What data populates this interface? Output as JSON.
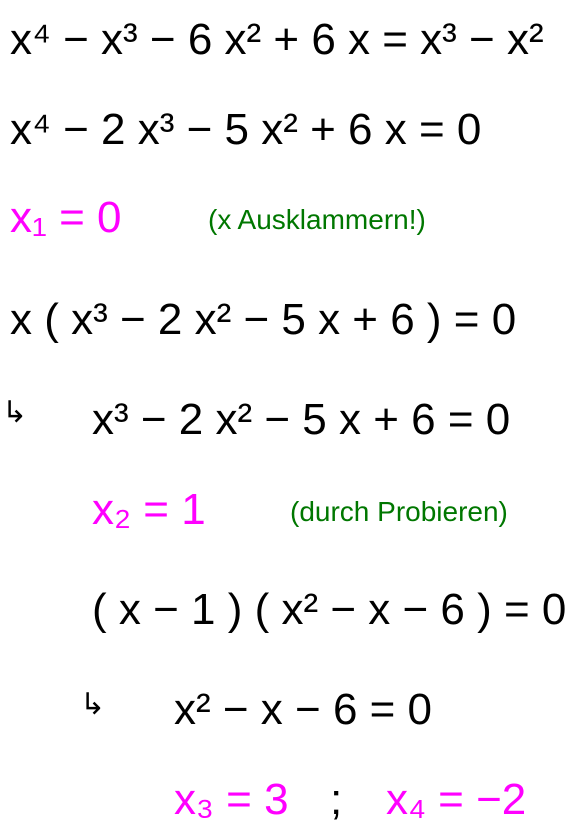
{
  "steps": [
    {
      "text": "x⁴ − x³ − 6 x² + 6 x = x³ − x²"
    },
    {
      "text": "x⁴ − 2 x³ − 5 x² + 6 x = 0"
    },
    {
      "text": "x₁ = 0",
      "note": "(x Ausklammern!)"
    },
    {
      "text": "x ( x³ − 2 x² − 5 x + 6 ) = 0"
    },
    {
      "arrow": "↳",
      "text": "x³ − 2 x² − 5 x + 6 = 0"
    },
    {
      "text": "x₂ = 1",
      "note": "(durch Probieren)"
    },
    {
      "text": "( x − 1 ) ( x² − x − 6 ) = 0"
    },
    {
      "arrow": "↳",
      "text": "x² − x − 6 = 0"
    },
    {
      "sol_a": "x₃ = 3",
      "separator": ";",
      "sol_b": "x₄ = −2"
    }
  ],
  "colors": {
    "text": "#000000",
    "solution": "#ff00ff",
    "note": "#007700"
  }
}
